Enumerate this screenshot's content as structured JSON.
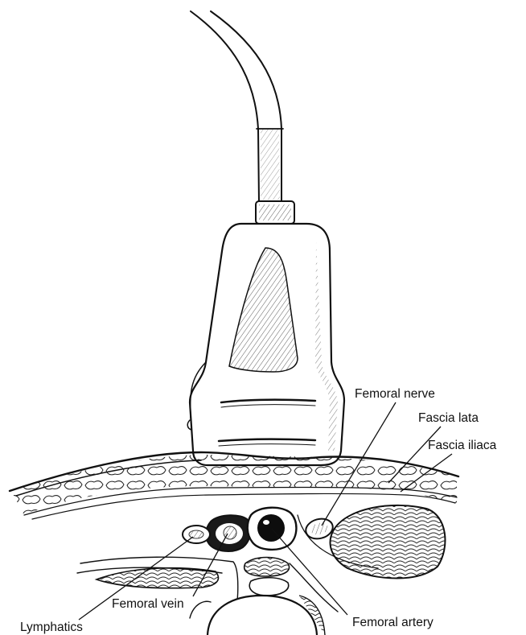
{
  "labels": {
    "femoral_nerve": "Femoral nerve",
    "fascia_lata": "Fascia lata",
    "fascia_iliaca": "Fascia iliaca",
    "femoral_vein": "Femoral vein",
    "lymphatics": "Lymphatics",
    "femoral_artery": "Femoral artery"
  },
  "colors": {
    "ink": "#111111",
    "background": "#ffffff"
  }
}
